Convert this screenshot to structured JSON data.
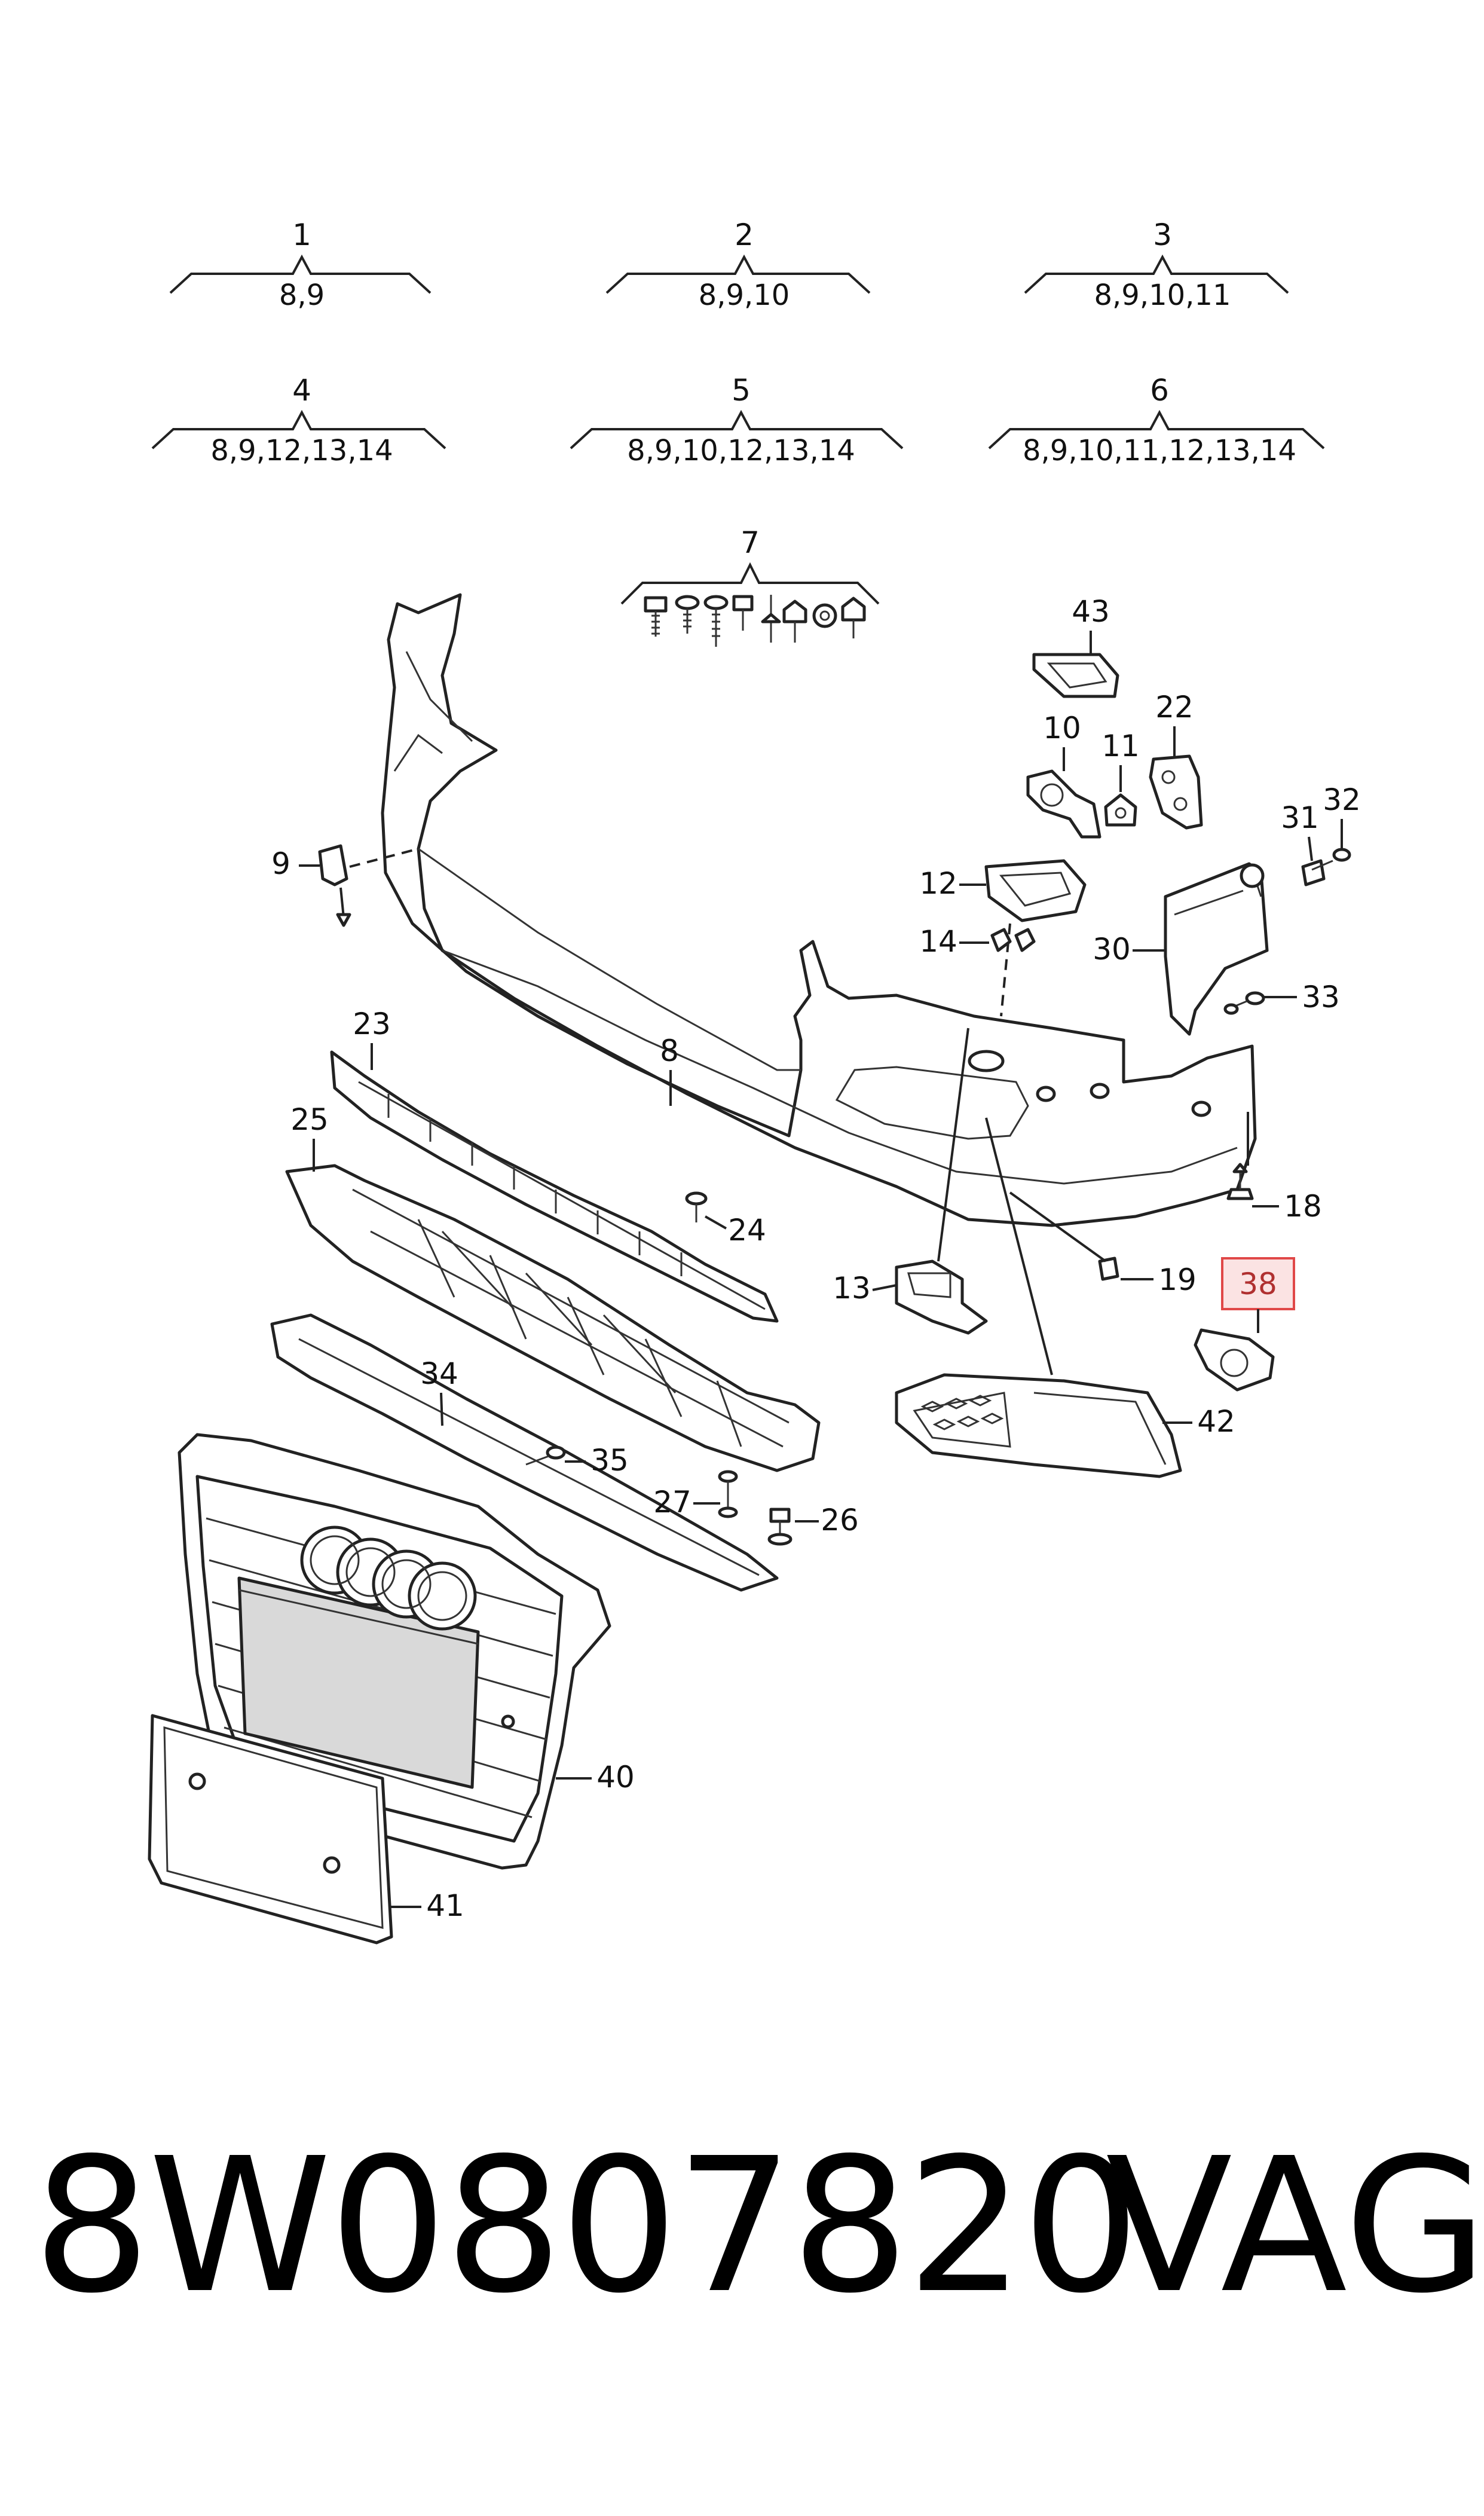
{
  "groups": [
    {
      "num": "1",
      "items": "8,9"
    },
    {
      "num": "2",
      "items": "8,9,10"
    },
    {
      "num": "3",
      "items": "8,9,10,11"
    },
    {
      "num": "4",
      "items": "8,9,12,13,14"
    },
    {
      "num": "5",
      "items": "8,9,10,12,13,14"
    },
    {
      "num": "6",
      "items": "8,9,10,11,12,13,14"
    }
  ],
  "group7": {
    "num": "7"
  },
  "callouts": {
    "c8": "8",
    "c9": "9",
    "c10": "10",
    "c11": "11",
    "c12": "12",
    "c13": "13",
    "c14": "14",
    "c18": "18",
    "c19": "19",
    "c22": "22",
    "c23": "23",
    "c24": "24",
    "c25": "25",
    "c26": "26",
    "c27": "27",
    "c30": "30",
    "c31": "31",
    "c32": "32",
    "c33": "33",
    "c34": "34",
    "c35": "35",
    "c38": "38",
    "c40": "40",
    "c41": "41",
    "c42": "42",
    "c43": "43"
  },
  "highlight": {
    "color": "#e04848",
    "fill": "#fbe3e3"
  },
  "footer": {
    "part_number": "8W0807820",
    "brand": "VAG"
  }
}
